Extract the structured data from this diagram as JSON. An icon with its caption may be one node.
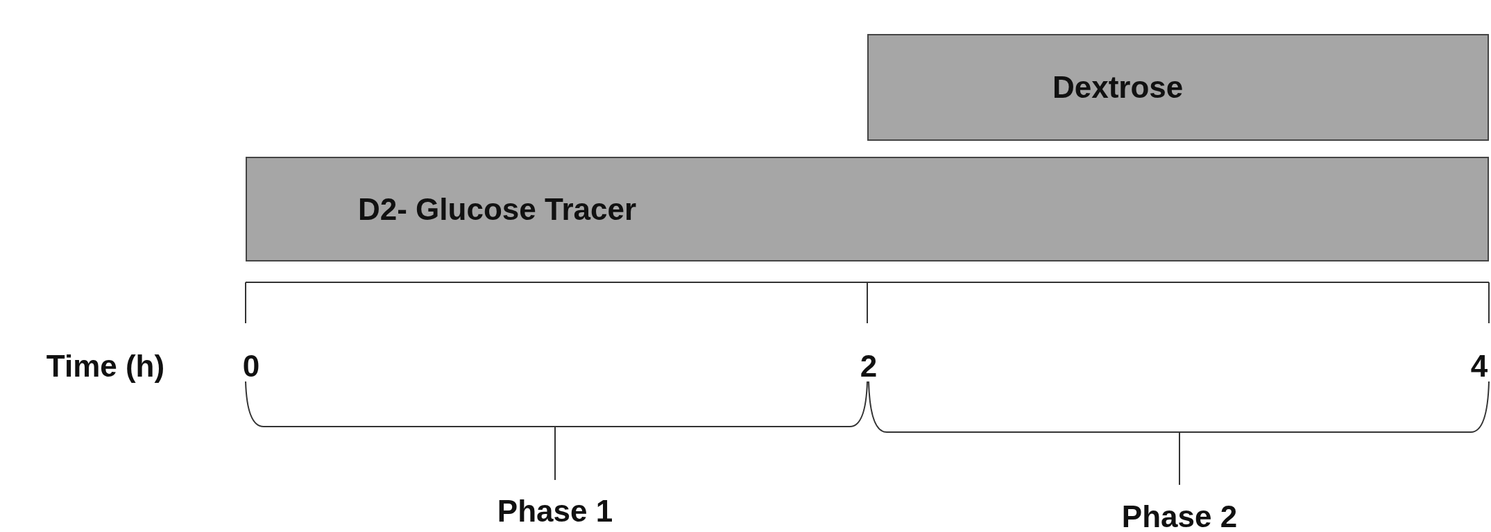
{
  "diagram": {
    "nodes": [
      {
        "text": [
          "Dextrose"
        ]
      },
      {
        "text": [
          "D2- Glucose Tracer"
        ]
      }
    ],
    "edges": [],
    "labels": [
      "Time (h)",
      "0",
      "2",
      "4",
      "Phase 1",
      "Phase 2"
    ]
  }
}
